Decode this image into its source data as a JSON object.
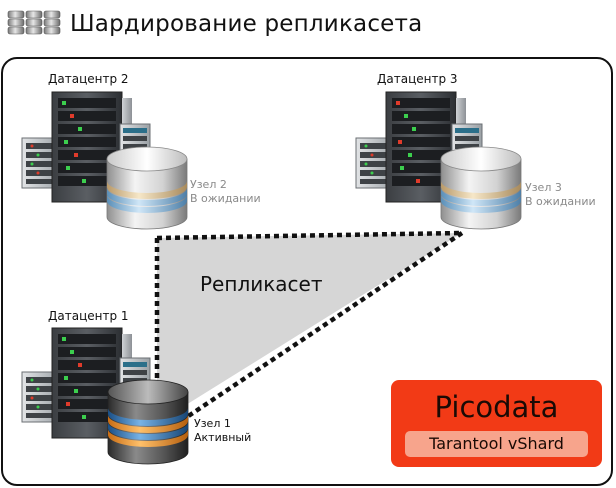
{
  "title": "Шардирование репликасета",
  "replicaset_label": "Репликасет",
  "datacenters": [
    {
      "label": "Датацентр 1"
    },
    {
      "label": "Датацентр 2"
    },
    {
      "label": "Датацентр 3"
    }
  ],
  "nodes": [
    {
      "name": "Узел 1",
      "status": "Активный"
    },
    {
      "name": "Узел 2",
      "status": "В ожидании"
    },
    {
      "name": "Узел 3",
      "status": "В ожидании"
    }
  ],
  "badge": {
    "title": "Picodata",
    "subtitle": "Tarantool vShard"
  },
  "colors": {
    "badge": "#f23a16",
    "badge_sub": "#f7a48c",
    "triangle": "#d6d6d6"
  }
}
